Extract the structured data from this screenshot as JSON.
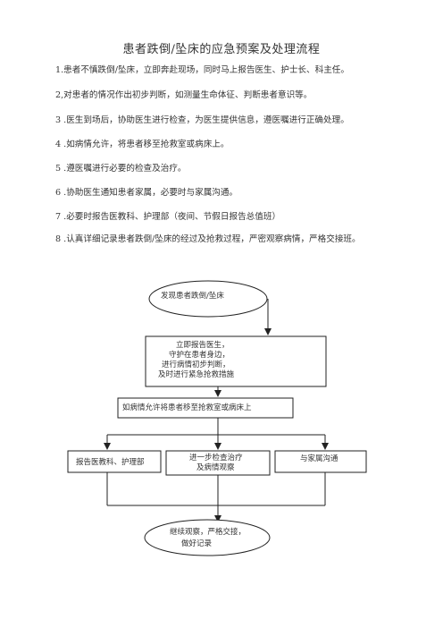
{
  "document": {
    "title": "患者跌倒/坠床的应急预案及处理流程",
    "steps": [
      "1.患者不慎跌倒/坠床，立即奔赴现场，同时马上报告医生、护士长、科主任。",
      "2,对患者的情况作出初步判断，如测量生命体征、判断患者意识等。",
      "3 .医生到场后，协助医生进行检查，为医生提供信息，遵医嘱进行正确处理。",
      "4 .如病情允许，将患者移至抢救室或病床上。",
      "5 .遵医嘱进行必要的检查及治疗。",
      "6 .协助医生通知患者家属，必要时与家属沟通。",
      "7 .必要时报告医教科、护理部（夜间、节假日报告总值班）",
      "8 .认真详细记录患者跌倒/坠床的经过及抢救过程，严密观察病情，严格交接班。"
    ]
  },
  "flowchart": {
    "start": "发现患者跌倒/坠床",
    "step1": [
      "立即报告医生，",
      "守护在患者身边，",
      "进行病情初步判断，",
      "及时进行紧急抢救措施"
    ],
    "step2": "如病情允许将患者移至抢救室或病床上",
    "branch_left": "报告医教科、护理部",
    "branch_mid": [
      "进一步检查治疗",
      "及病情观察"
    ],
    "branch_right": "与家属沟通",
    "end": [
      "继续观察，严格交接，",
      "做好记录"
    ]
  }
}
